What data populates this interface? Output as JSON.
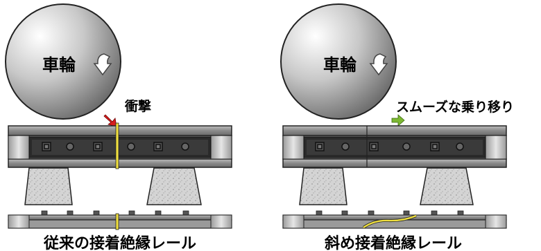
{
  "left": {
    "wheel_label": "車輪",
    "note": "衝撃",
    "caption": "従来の接着絶縁レール"
  },
  "right": {
    "wheel_label": "車輪",
    "note": "スムーズな乗り移り",
    "caption": "斜め接着絶縁レール"
  },
  "colors": {
    "impact_arrow": "#d81e1e",
    "smooth_arrow": "#7cb832",
    "joint_yellow": "#f0e040",
    "rail_gray": "#8c8c8c",
    "web_dark": "#2a2a2a"
  }
}
